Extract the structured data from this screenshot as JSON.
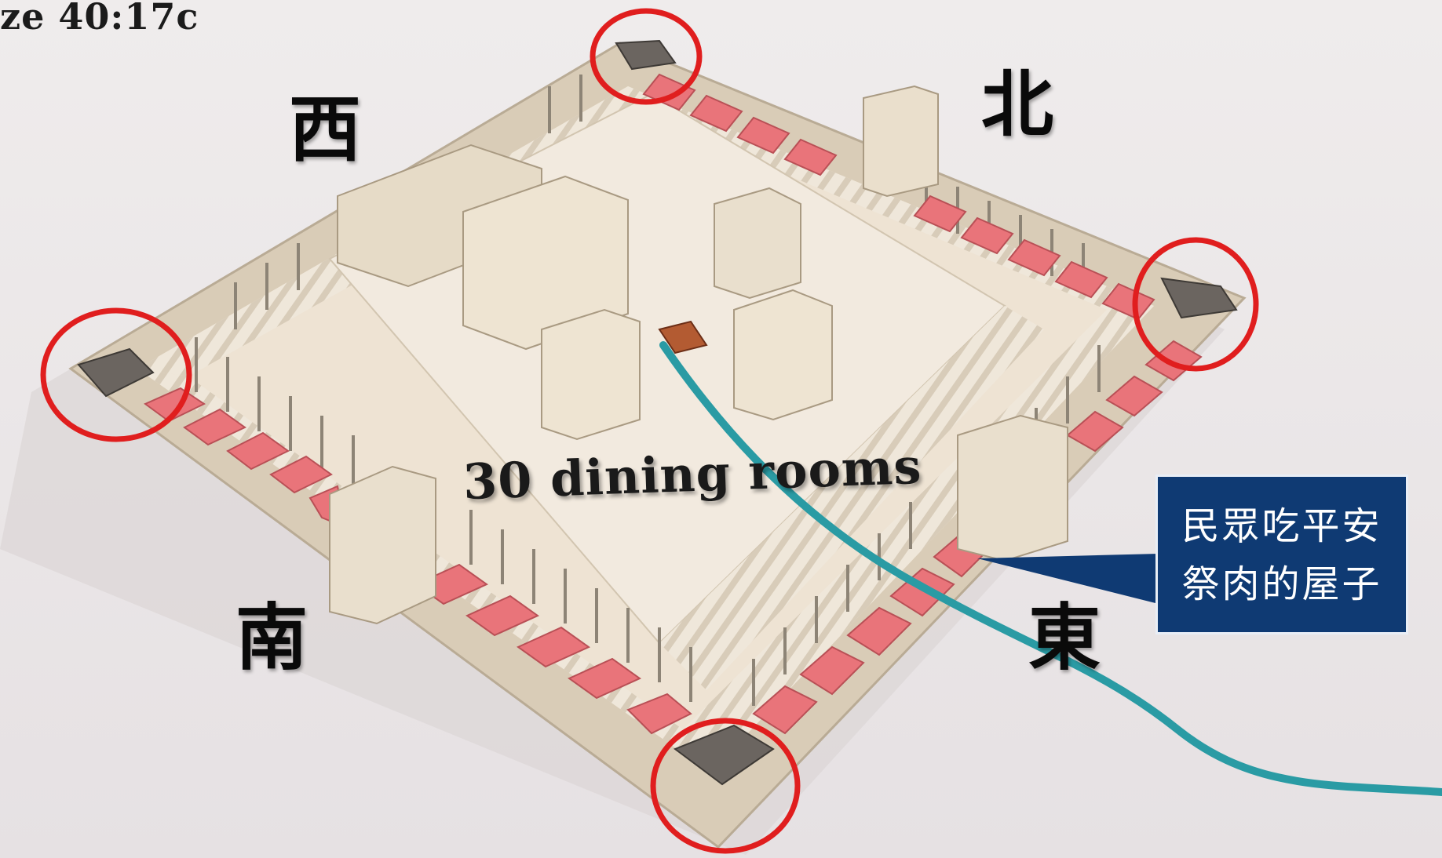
{
  "reference": "ze 40:17c",
  "directions": {
    "west": "西",
    "north": "北",
    "south": "南",
    "east": "東"
  },
  "caption": "30 dining rooms",
  "callout": {
    "line1": "民眾吃平安",
    "line2": "祭肉的屋子"
  },
  "colors": {
    "background": "#ece8e9",
    "plaza": "#eee3d3",
    "wall": "#d9ccb7",
    "dining_room": "#e9747a",
    "highlight_circle": "#e01e1e",
    "river": "#2a9ba4",
    "callout_bg": "#0f3a73"
  }
}
